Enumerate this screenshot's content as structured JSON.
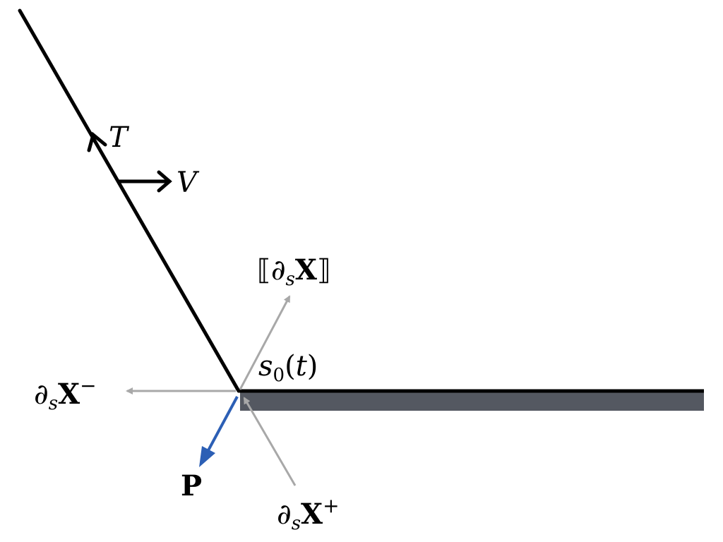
{
  "colors": {
    "background": "#ffffff",
    "curve": "#000000",
    "vector_gray": "#a8a8a8",
    "P_vector": "#2c5fb5",
    "wall_fill": "#545861"
  },
  "labels": {
    "T": {
      "text": "T"
    },
    "V": {
      "text": "V"
    },
    "jump": {
      "left": "⟦",
      "partial": "∂",
      "sub": "s",
      "X": "X",
      "right": "⟧"
    },
    "s0": {
      "s": "s",
      "sub": "0",
      "paren_open": "(",
      "t": "t",
      "paren_close": ")"
    },
    "dXminus": {
      "partial": "∂",
      "sub": "s",
      "X": "X",
      "sup": "−"
    },
    "dXplus": {
      "partial": "∂",
      "sub": "s",
      "X": "X",
      "sup": "+"
    },
    "P": {
      "text": "P"
    }
  }
}
